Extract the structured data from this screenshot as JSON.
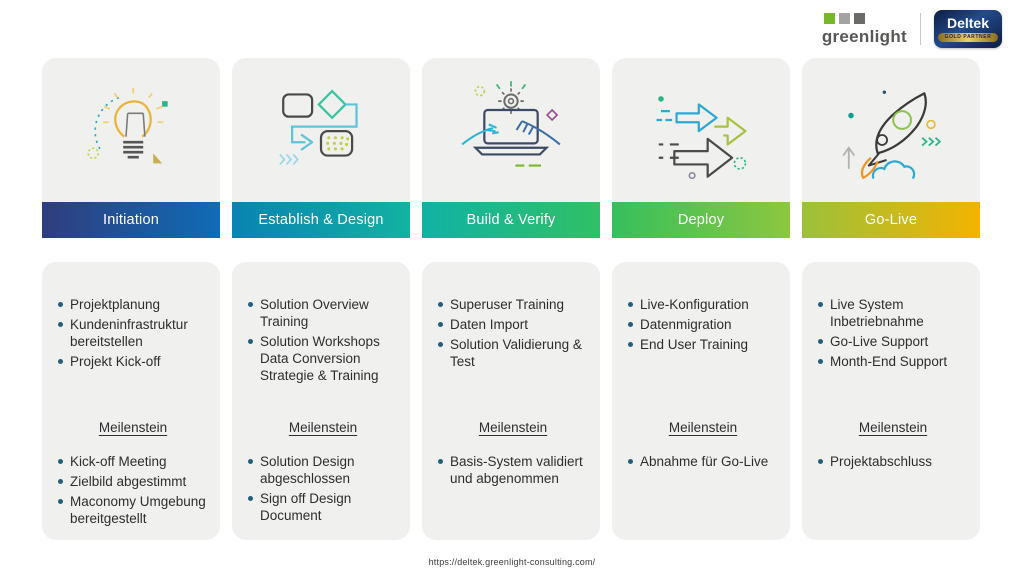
{
  "branding": {
    "greenlight": {
      "name": "greenlight",
      "squares": [
        "#76b82a",
        "#a3a3a2",
        "#6b6b6a"
      ]
    },
    "deltek": {
      "name": "Deltek",
      "badge": "GOLD PARTNER"
    }
  },
  "columns": [
    {
      "title": "Initiation",
      "icon": "lightbulb-icon",
      "gradient": [
        "#2f3d7d",
        "#0f6cb6"
      ],
      "tasks": [
        "Projektplanung",
        "Kundeninfrastruktur bereitstellen",
        "Projekt Kick-off"
      ],
      "milestone_label": "Meilenstein",
      "milestones": [
        "Kick-off Meeting",
        "Zielbild abgestimmt",
        "Maconomy Umgebung bereitgestellt"
      ]
    },
    {
      "title": "Establish & Design",
      "icon": "workflow-icon",
      "gradient": [
        "#0a83b2",
        "#13b2a2"
      ],
      "tasks": [
        "Solution Overview Training",
        "Solution Workshops Data Conversion Strategie & Training"
      ],
      "milestone_label": "Meilenstein",
      "milestones": [
        "Solution Design abgeschlossen",
        "Sign off Design Document"
      ]
    },
    {
      "title": "Build & Verify",
      "icon": "laptop-hands-icon",
      "gradient": [
        "#10b2a4",
        "#31c065"
      ],
      "tasks": [
        "Superuser Training",
        "Daten Import",
        "Solution Validierung & Test"
      ],
      "milestone_label": "Meilenstein",
      "milestones": [
        "Basis-System validiert und abgenommen"
      ]
    },
    {
      "title": "Deploy",
      "icon": "deploy-arrows-icon",
      "gradient": [
        "#35c05d",
        "#8ec63f"
      ],
      "tasks": [
        "Live-Konfiguration",
        "Datenmigration",
        "End User Training"
      ],
      "milestone_label": "Meilenstein",
      "milestones": [
        "Abnahme für Go-Live"
      ]
    },
    {
      "title": "Go-Live",
      "icon": "rocket-icon",
      "gradient": [
        "#9bc13a",
        "#f4b301"
      ],
      "tasks": [
        "Live System Inbetriebnahme",
        "Go-Live Support",
        "Month-End Support"
      ],
      "milestone_label": "Meilenstein",
      "milestones": [
        "Projektabschluss"
      ]
    }
  ],
  "footer": {
    "url": "https://deltek.greenlight-consulting.com/"
  }
}
